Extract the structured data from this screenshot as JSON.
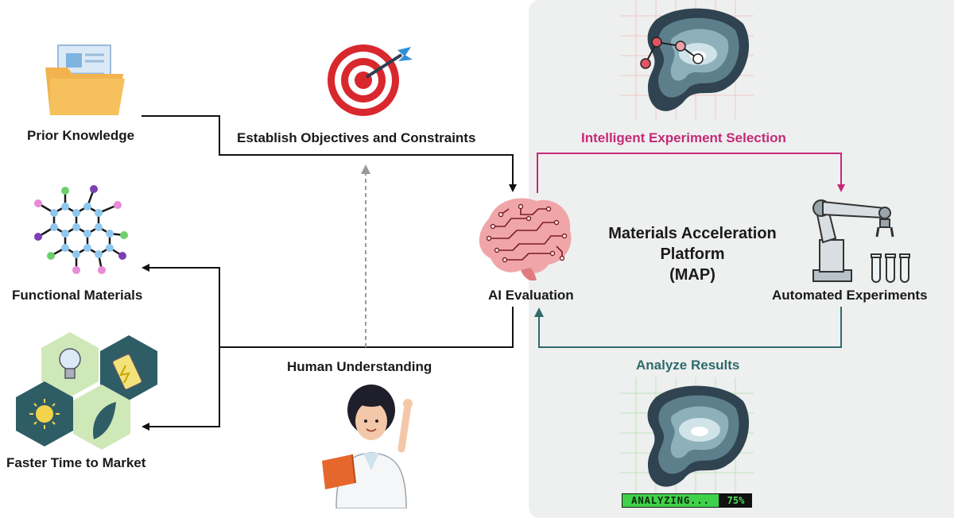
{
  "labels": {
    "prior_knowledge": "Prior Knowledge",
    "objectives": "Establish Objectives and Constraints",
    "intelligent_selection": "Intelligent Experiment Selection",
    "functional_materials": "Functional Materials",
    "ai_evaluation": "AI Evaluation",
    "map_line1": "Materials Acceleration",
    "map_line2": "Platform",
    "map_line3": "(MAP)",
    "automated_experiments": "Automated Experiments",
    "analyze_results": "Analyze Results",
    "human_understanding": "Human Understanding",
    "faster_time": "Faster Time to Market"
  },
  "progress": {
    "label": "ANALYZING...",
    "percent_text": "75%",
    "value": 0.75
  },
  "colors": {
    "pink": "#c42a78",
    "teal": "#2e6b6b",
    "panel": "#eeefef",
    "bar_green": "#3fd14a"
  },
  "icons": [
    "folder-document-icon",
    "target-icon",
    "optimization-landscape-icon",
    "molecule-icon",
    "brain-circuit-icon",
    "robot-arm-icon",
    "test-tubes-icon",
    "hexagon-energy-icon",
    "scientist-icon",
    "analysis-landscape-icon"
  ]
}
